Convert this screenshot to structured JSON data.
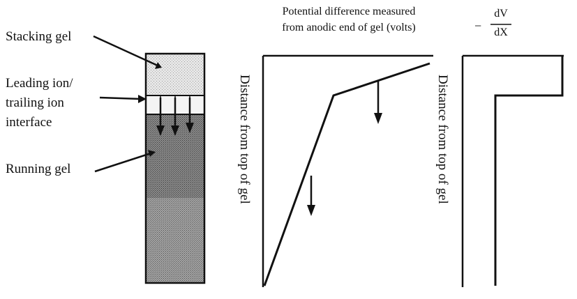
{
  "gel_column": {
    "labels": {
      "stacking_gel": "Stacking gel",
      "interface_line_1": "Leading ion/",
      "interface_line_2": "trailing ion",
      "interface_line_3": "interface",
      "running_gel": "Running gel"
    },
    "colors": {
      "stacking_gel_fill": "#dcdcdc",
      "running_gel_fill": "#7a7a7a",
      "lower_running_gel_fill": "#9a9a9a",
      "outline": "#111111"
    }
  },
  "potential_plot": {
    "header_line_1": "Potential difference measured",
    "header_line_2": "from anodic end of gel (volts)",
    "vertical_axis_label": "Distance from top of gel"
  },
  "derivative_plot": {
    "prefix": "−",
    "numerator": "dV",
    "denominator": "dX",
    "vertical_axis_label": "Distance from top of gel"
  }
}
